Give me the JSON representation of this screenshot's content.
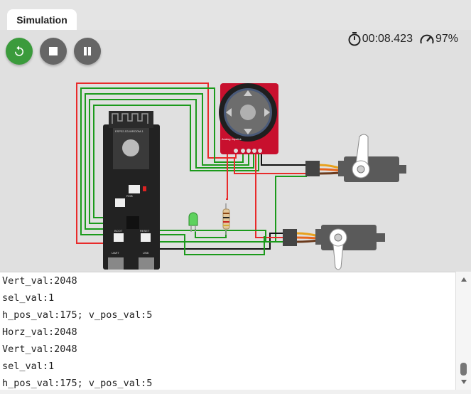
{
  "tab": {
    "label": "Simulation"
  },
  "controls": {
    "restart": "restart",
    "stop": "stop",
    "pause": "pause"
  },
  "stats": {
    "timer": "00:08.423",
    "speed": "97%"
  },
  "board": {
    "module_label": "ESP32-S3-WROOM-1",
    "boot": "BOOT",
    "reset": "RESET",
    "rgb": "RGB",
    "uart": "UART",
    "usb": "USB"
  },
  "joystick": {
    "label": "Analog Joystick"
  },
  "console": {
    "lines": [
      "Vert_val:2048",
      "sel_val:1",
      "h_pos_val:175; v_pos_val:5",
      "Horz_val:2048",
      "Vert_val:2048",
      "sel_val:1",
      "h_pos_val:175; v_pos_val:5"
    ]
  },
  "colors": {
    "restart": "#3b9b3c",
    "control": "#666666",
    "wire_red": "#e82b2b",
    "wire_green": "#1b9a1b",
    "wire_black": "#111111",
    "joystick_board": "#c8102e"
  }
}
